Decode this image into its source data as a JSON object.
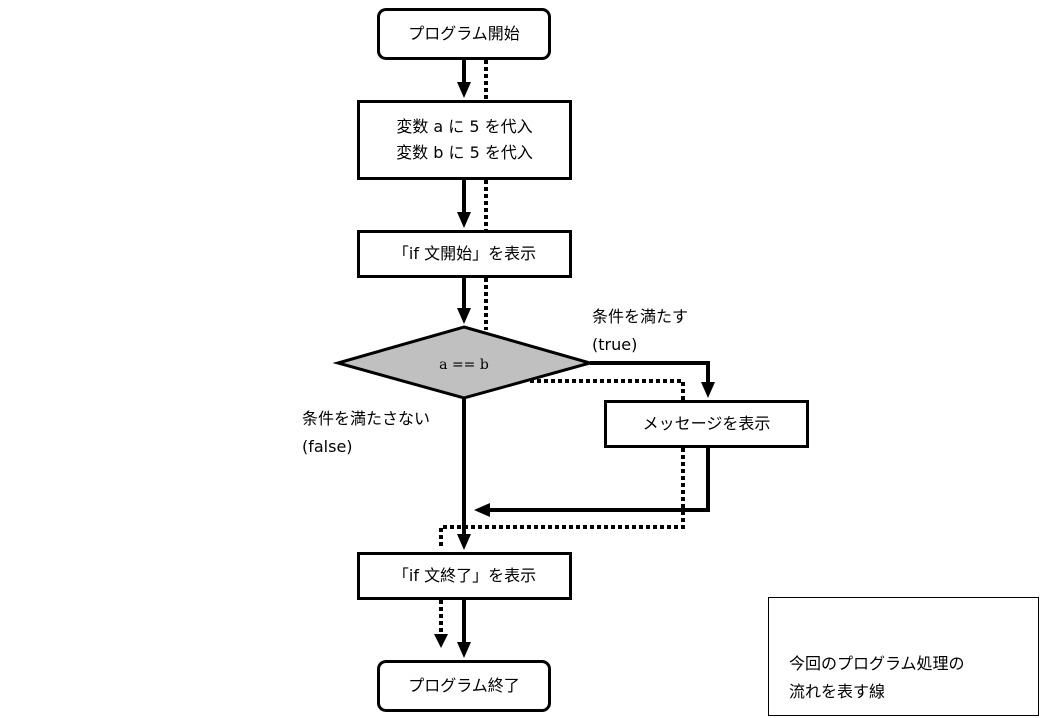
{
  "nodes": {
    "start": {
      "text": "プログラム開始"
    },
    "assign": {
      "line1": "変数 a に 5 を代入",
      "line2": "変数 b に 5 を代入"
    },
    "show_if_start": {
      "text": "「if 文開始」を表示"
    },
    "condition": {
      "text": "a == b"
    },
    "message": {
      "text": "メッセージを表示"
    },
    "show_if_end": {
      "text": "「if 文終了」を表示"
    },
    "end": {
      "text": "プログラム終了"
    }
  },
  "branches": {
    "true": {
      "line1": "条件を満たす",
      "line2": "(true)"
    },
    "false": {
      "line1": "条件を満たさない",
      "line2": "(false)"
    }
  },
  "legend": {
    "line1": "今回のプログラム処理の",
    "line2": "流れを表す線"
  },
  "colors": {
    "line": "#000000",
    "diamond_fill": "#c0c0c0",
    "background": "#ffffff"
  }
}
